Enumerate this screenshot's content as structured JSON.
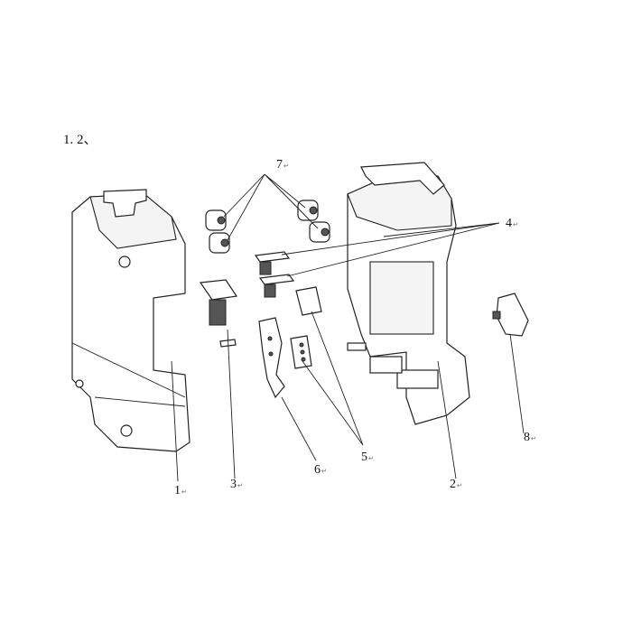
{
  "title": "1. 2、",
  "callouts": [
    {
      "id": "label-1",
      "text": "1"
    },
    {
      "id": "label-2",
      "text": "2"
    },
    {
      "id": "label-3",
      "text": "3"
    },
    {
      "id": "label-4",
      "text": "4"
    },
    {
      "id": "label-5",
      "text": "5"
    },
    {
      "id": "label-6",
      "text": "6"
    },
    {
      "id": "label-7",
      "text": "7"
    },
    {
      "id": "label-8",
      "text": "8"
    }
  ],
  "return_mark": "↵"
}
